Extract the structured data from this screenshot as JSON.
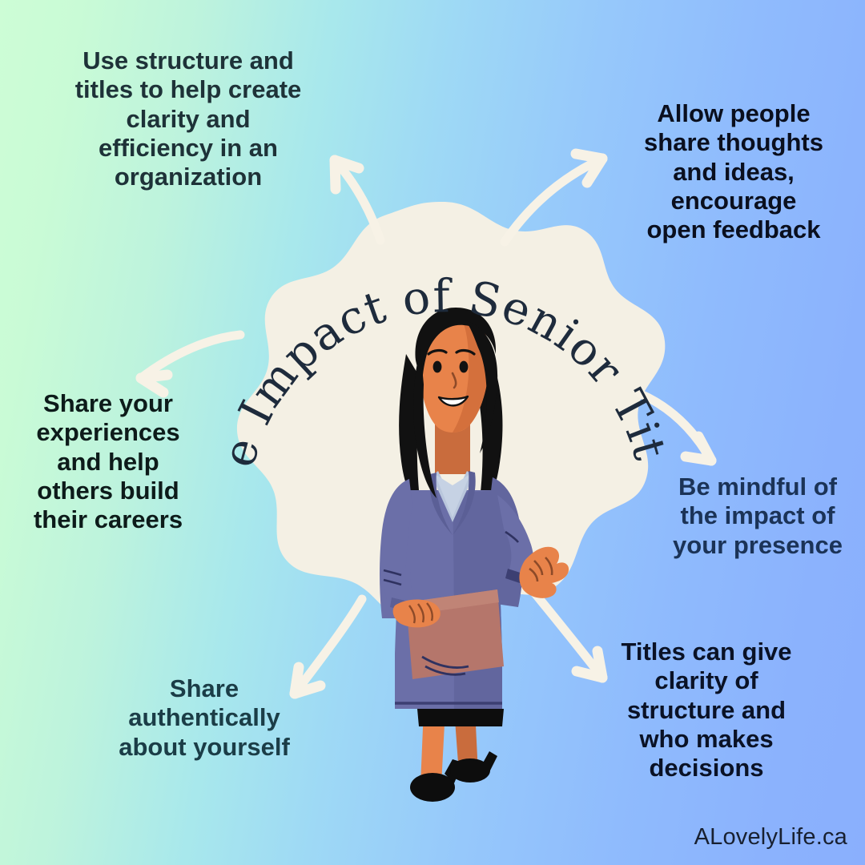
{
  "poster": {
    "title": "The Impact of Senior Titles",
    "watermark": "ALovelyLife.ca"
  },
  "colors": {
    "bg_left": "#cdfdd6",
    "bg_right": "#8aaffd",
    "blob": "#f4f0e4",
    "arrow": "#f7f2e6",
    "title_text": "#1e2b3c",
    "skin": "#e8834a",
    "skin_shadow": "#c96c3d",
    "hair": "#111111",
    "suit": "#6b6fa8",
    "suit_dark": "#5b5f96",
    "shirt": "#b9c6dc",
    "folder": "#b5766b",
    "shoes": "#0d0d0d"
  },
  "callouts": [
    {
      "id": "use-structure",
      "text": "Use structure and\ntitles to help create\nclarity and\nefficiency in an\norganization"
    },
    {
      "id": "allow-people-share",
      "text": "Allow people\nshare thoughts\nand ideas,\nencourage\nopen feedback"
    },
    {
      "id": "share-experiences",
      "text": "Share your\nexperiences\nand help\nothers build\ntheir careers"
    },
    {
      "id": "be-mindful",
      "text": "Be mindful of\nthe impact of\nyour presence"
    },
    {
      "id": "share-authentically",
      "text": "Share\nauthentically\nabout yourself"
    },
    {
      "id": "titles-give-clarity",
      "text": "Titles can give\nclarity of\nstructure and\nwho makes\ndecisions"
    }
  ],
  "arrows": [
    {
      "id": "arrow-top-left",
      "direction": "up-left"
    },
    {
      "id": "arrow-top-right",
      "direction": "up-right"
    },
    {
      "id": "arrow-mid-left",
      "direction": "left"
    },
    {
      "id": "arrow-mid-right",
      "direction": "down-right"
    },
    {
      "id": "arrow-bottom-left",
      "direction": "down-left"
    },
    {
      "id": "arrow-bottom-right",
      "direction": "down-right"
    }
  ],
  "illustration": {
    "subject": "businesswoman-presenting",
    "description": "Woman in a blue-purple blazer and skirt holding a folder, one hand raised"
  }
}
